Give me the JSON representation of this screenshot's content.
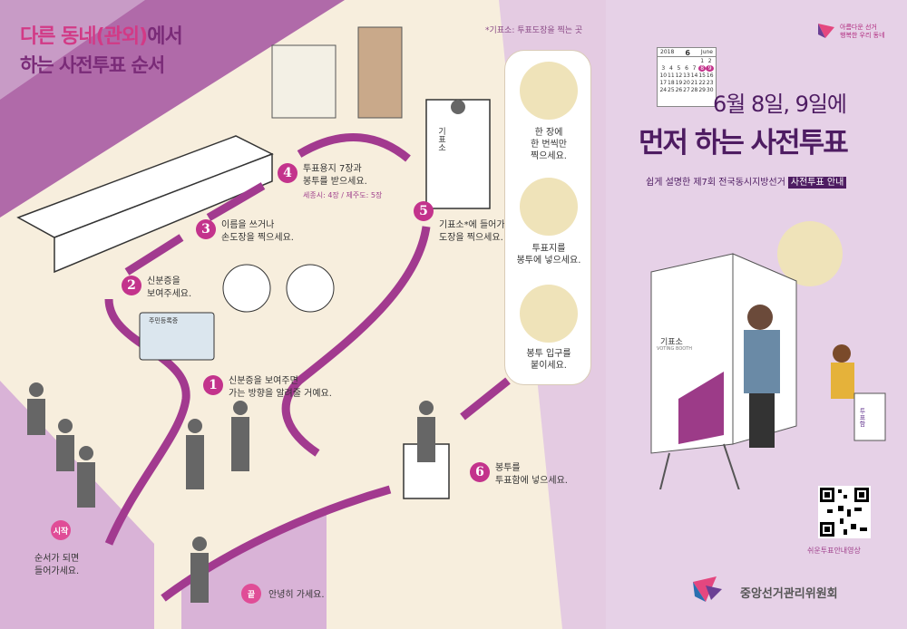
{
  "left": {
    "title_line1_hl": "다른 동네(관외)",
    "title_line1_rest": "에서",
    "title_line2": "하는 사전투표 순서",
    "note": "*기표소: 투표도장을 찍는 곳",
    "steps": [
      {
        "num": "1",
        "text": "신분증을 보여주면\n가는 방향을 알려줄 거예요."
      },
      {
        "num": "2",
        "text": "신분증을\n보여주세요."
      },
      {
        "num": "3",
        "text": "이름을 쓰거나\n손도장을 찍으세요."
      },
      {
        "num": "4",
        "text": "투표용지 7장과\n봉투를 받으세요.",
        "sub": "세종시: 4장 / 제주도: 5장"
      },
      {
        "num": "5",
        "text": "기표소*에 들어가서\n도장을 찍으세요."
      },
      {
        "num": "6",
        "text": "봉투를\n투표함에 넣으세요."
      }
    ],
    "start_tag": "시작",
    "start_text": "순서가 되면\n들어가세요.",
    "end_tag": "끝",
    "end_text": "안녕히 가세요.",
    "id_card_label": "주민등록증",
    "booth_label": "기표소",
    "callout": [
      "한 장에\n한 번씩만\n찍으세요.",
      "투표지를\n봉투에 넣으세요.",
      "봉투 입구를\n붙이세요."
    ]
  },
  "right": {
    "logo_text": "아름다운 선거\n행복한 우리 동네",
    "calendar": {
      "year": "2018",
      "month_num": "6",
      "month_name": "June",
      "days": [
        "",
        "",
        "",
        "",
        "",
        "1",
        "2",
        "3",
        "4",
        "5",
        "6",
        "7",
        "8",
        "9",
        "10",
        "11",
        "12",
        "13",
        "14",
        "15",
        "16",
        "17",
        "18",
        "19",
        "20",
        "21",
        "22",
        "23",
        "24",
        "25",
        "26",
        "27",
        "28",
        "29",
        "30"
      ]
    },
    "date_headline": "6월 8일, 9일에",
    "main_title": "먼저 하는 사전투표",
    "subtitle": "쉽게 설명한 제7회 전국동시지방선거",
    "subtitle_badge": "사전투표 안내",
    "booth_label": "기표소",
    "booth_sub": "VOTING BOOTH",
    "ballot_box_label": "투표함",
    "qr_caption": "쉬운투표안내영상",
    "org_name": "중앙선거관리위원회"
  },
  "colors": {
    "accent": "#c3338c",
    "title": "#7a2b78",
    "navy": "#4e1c62",
    "path": "#a23a8f"
  }
}
